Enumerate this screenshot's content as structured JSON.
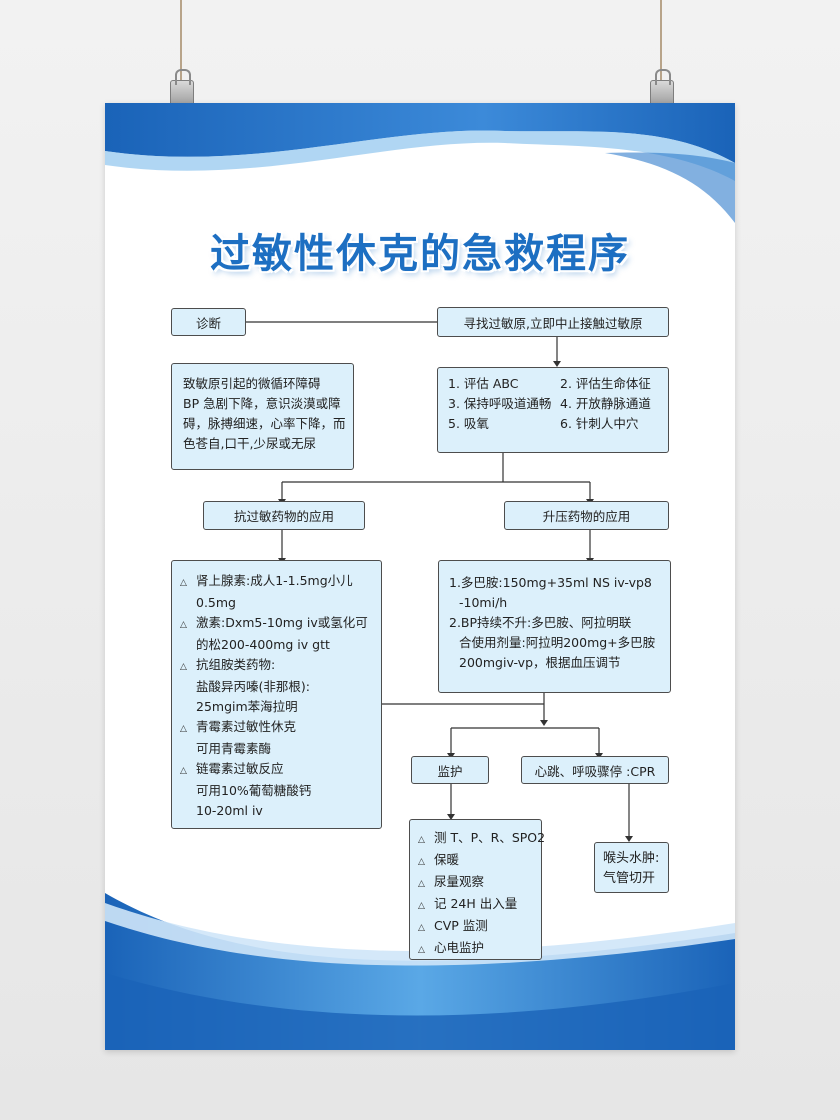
{
  "title": "过敏性休克的急救程序",
  "boxes": {
    "diagnosis": "诊断",
    "find_allergen": "寻找过敏原,立即中止接触过敏原",
    "diagnosis_detail": [
      "致敏原引起的微循环障碍",
      "BP 急剧下降，意识淡漠或障",
      "碍，脉搏细速，心率下降，而",
      "色苍自,口干,少尿或无尿"
    ],
    "steps": [
      {
        "left": "1. 评估 ABC",
        "right": "2. 评估生命体征"
      },
      {
        "left": "3. 保持呼吸道通畅",
        "right": "4. 开放静脉通道"
      },
      {
        "left": "5. 吸氧",
        "right": "6. 针刺人中穴"
      }
    ],
    "antiallergy_title": "抗过敏药物的应用",
    "vasopressor_title": "升压药物的应用",
    "antiallergy_list": [
      {
        "lines": [
          "肾上腺素:成人1-1.5mg小儿",
          "0.5mg"
        ]
      },
      {
        "lines": [
          "激素:Dxm5-10mg iv或氢化可",
          "的松200-400mg iv gtt"
        ]
      },
      {
        "lines": [
          "抗组胺类药物:",
          "盐酸异丙嗪(非那根):",
          "25mgim苯海拉明"
        ]
      },
      {
        "lines": [
          "青霉素过敏性休克",
          "可用青霉素酶"
        ]
      },
      {
        "lines": [
          "链霉素过敏反应",
          "可用10%葡萄糖酸钙",
          "10-20ml iv"
        ]
      }
    ],
    "vasopressor_list": [
      "1.多巴胺:150mg+35ml NS iv-vp8",
      "-10mi/h",
      "2.BP持续不升:多巴胺、阿拉明联",
      "合使用剂量:阿拉明200mg+多巴胺",
      "200mgiv-vp，根据血压调节"
    ],
    "monitor_title": "监护",
    "cpr_title": "心跳、呼吸骤停 :CPR",
    "monitor_list": [
      "测 T、P、R、SPO2",
      "保暖",
      "尿量观察",
      "记 24H 出入量",
      "CVP 监测",
      "心电监护"
    ],
    "larynx_edema": [
      "喉头水肿:",
      "气管切开"
    ]
  },
  "colors": {
    "title": "#1d6fc2",
    "box_fill": "#dcf0fb",
    "wave_dark": "#1a63b8",
    "wave_light": "#5aa8e6"
  },
  "icons": {
    "bullet": "triangle-bullet-icon",
    "arrow": "arrow-down-icon"
  }
}
